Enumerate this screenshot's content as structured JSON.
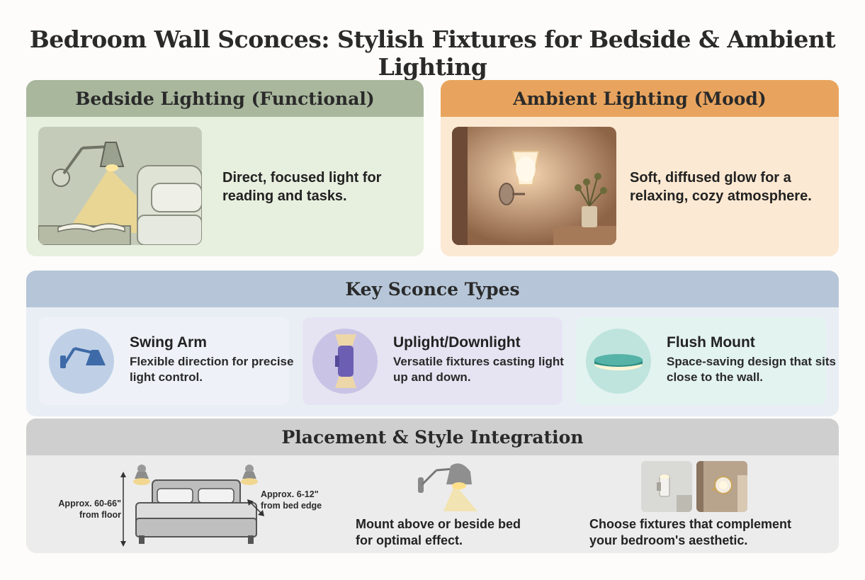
{
  "title": "Bedroom Wall Sconces: Stylish Fixtures for Bedside & Ambient Lighting",
  "bedside": {
    "heading": "Bedside Lighting (Functional)",
    "description": "Direct, focused light for reading and tasks."
  },
  "ambient": {
    "heading": "Ambient Lighting (Mood)",
    "description": "Soft, diffused glow for a relaxing, cozy atmosphere."
  },
  "types": {
    "heading": "Key Sconce Types",
    "items": [
      {
        "title": "Swing Arm",
        "description": "Flexible direction for precise light control."
      },
      {
        "title": "Uplight/Downlight",
        "description": "Versatile fixtures casting light up and down."
      },
      {
        "title": "Flush Mount",
        "description": "Space-saving design that sits close to the wall."
      }
    ]
  },
  "placement": {
    "heading": "Placement & Style Integration",
    "height_label": "Approx. 60-66\" from floor",
    "offset_label": "Approx. 6-12\" from bed edge",
    "mount_text": "Mount above or beside bed for optimal effect.",
    "style_text": "Choose fixtures that complement your bedroom's aesthetic."
  },
  "colors": {
    "bedside_head": "#a9b79d",
    "bedside_body": "#e7efdf",
    "ambient_head": "#e8a45e",
    "ambient_body": "#fce9d3",
    "types_head": "#b6c6d8",
    "types_body": "#e9eef5",
    "placement_head": "#cfcfcf",
    "placement_body": "#ececec"
  }
}
